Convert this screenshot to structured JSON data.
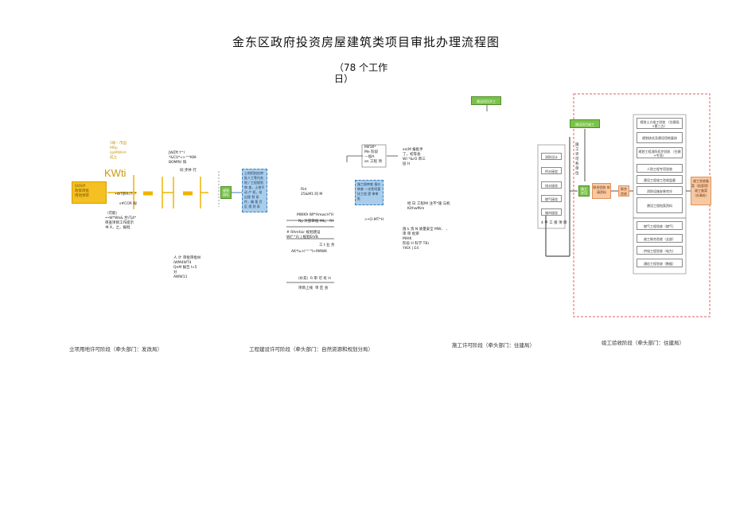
{
  "title": "金东区政府投资房屋建筑类项目审批办理流程图",
  "subtitle_line1": "（78 个工作",
  "subtitle_line2": "日）",
  "stage1": {
    "label": "立项用地许可阶段（牵头部门：发改局）",
    "yellow_top_text": "5联-- 市国\nMRp\nl@MWHA\n成立",
    "kwti": "KWti",
    "yellow_box_text": "SOSIP\n政策审批\n用地预审",
    "note_a": "•WT肝Ri下 ？",
    "note_b": "s#COR 规",
    "note_c": "（可能）\n••W*Wk& 合\\Tj4*\n审查项目工作提示\n书 X，之，报批",
    "upper_left_note": "JWZft f^l\n*&CU*«>^*KW-\nBOMfltl 阳",
    "sub_label": "同 步并 行",
    "lower_note": "人 计 审批审批W\niWM4WT4\nQnM 报告 t»5\n分\nAWW11",
    "green_text": "规划\n选址",
    "blue_text": "土地招拍挂审\n批人工等内务\n地 / 工程规划审\n查，土地不动\n产 权，给出规\n划 条 件，编\n报 目 区 规\n划 条"
  },
  "stage2": {
    "label": "工程建设许可阶段（牵头部门：自然资源和规划分局）",
    "mid_note": "Rid\n25&M1 同 M",
    "line1": "MWK9 Wf*AmwcH\"H",
    "line2": "Ny 外部审核 Mk。 fH",
    "line3": "# RAmfair 规划建设\nWt\"^il\\ | 规划EIVB",
    "line4": "工 t 业 务",
    "line5": "AK*Iu>l'^'\"I>9MWK",
    "line6": "（补充）R 审 可 有 H",
    "line7": "项目上线 ",
    "line7b": "单 区 会",
    "right_top_a": "Mif3fi*\nMe 阶段\n---加A\nan 工程 项",
    "right_top_b": "se(M 报批手\n了，初等会\nWI *&rO 审三\n层 H",
    "blue_text": "施工图审查\n报价审查\n一次性同意\n技工程 提\n审审批",
    "note_c": ">•O-MT*H",
    "note_d": "经 日 工程MI 注不*施 与机\nKithwfKm",
    "note_e": "施 k  资 N 质量安全 MW、 、\n审   审 批审\nMHlK\n阶段 H 科学 T8)\nYI6X  | E4"
  },
  "stage3": {
    "label": "施工许可阶段（牵头部门：住建局）",
    "top_green": "建设项目开工",
    "left_boxes": [
      "消防设计",
      "供水接驳",
      "排水接驳",
      "燃气接驳",
      "城市接驳"
    ],
    "bottom_box": "4 手 工 接 项 目",
    "green2": "施工\n许可",
    "vertical_text": "施\n工\n许\n可\n各\n单\n位"
  },
  "stage4": {
    "label": "竣工验收阶段（牵头部门：住建局）",
    "top_green": "建设项目竣工",
    "peach_a": "联合验收\n申请资料",
    "peach_b": "联合\n验收",
    "final_peach": "竣工验收备\n案（档案馆）\n竣工备案\n（办事处）",
    "upper_boxes": [
      "规划土方竣工验收\n（住建局+第三方）",
      "规划核实及建设用地复核",
      "规划工程消防初步验收\n（住建+专项）",
      "人防工程专项验收",
      "建设工程竣工验收监督",
      "消防设施安装完毕",
      "建设工程档案资料"
    ],
    "lower_boxes": [
      "燃气工程验收（燃气）",
      "竣工联合验收（全部）",
      "供电工程验收（电力）",
      "通信工程验收（数据）"
    ]
  },
  "colors": {
    "green": "#7bc24a",
    "yellow": "#f4c022",
    "blue": "#a9cdea",
    "peach": "#f6c9a4",
    "red_dashed": "#e06060"
  }
}
